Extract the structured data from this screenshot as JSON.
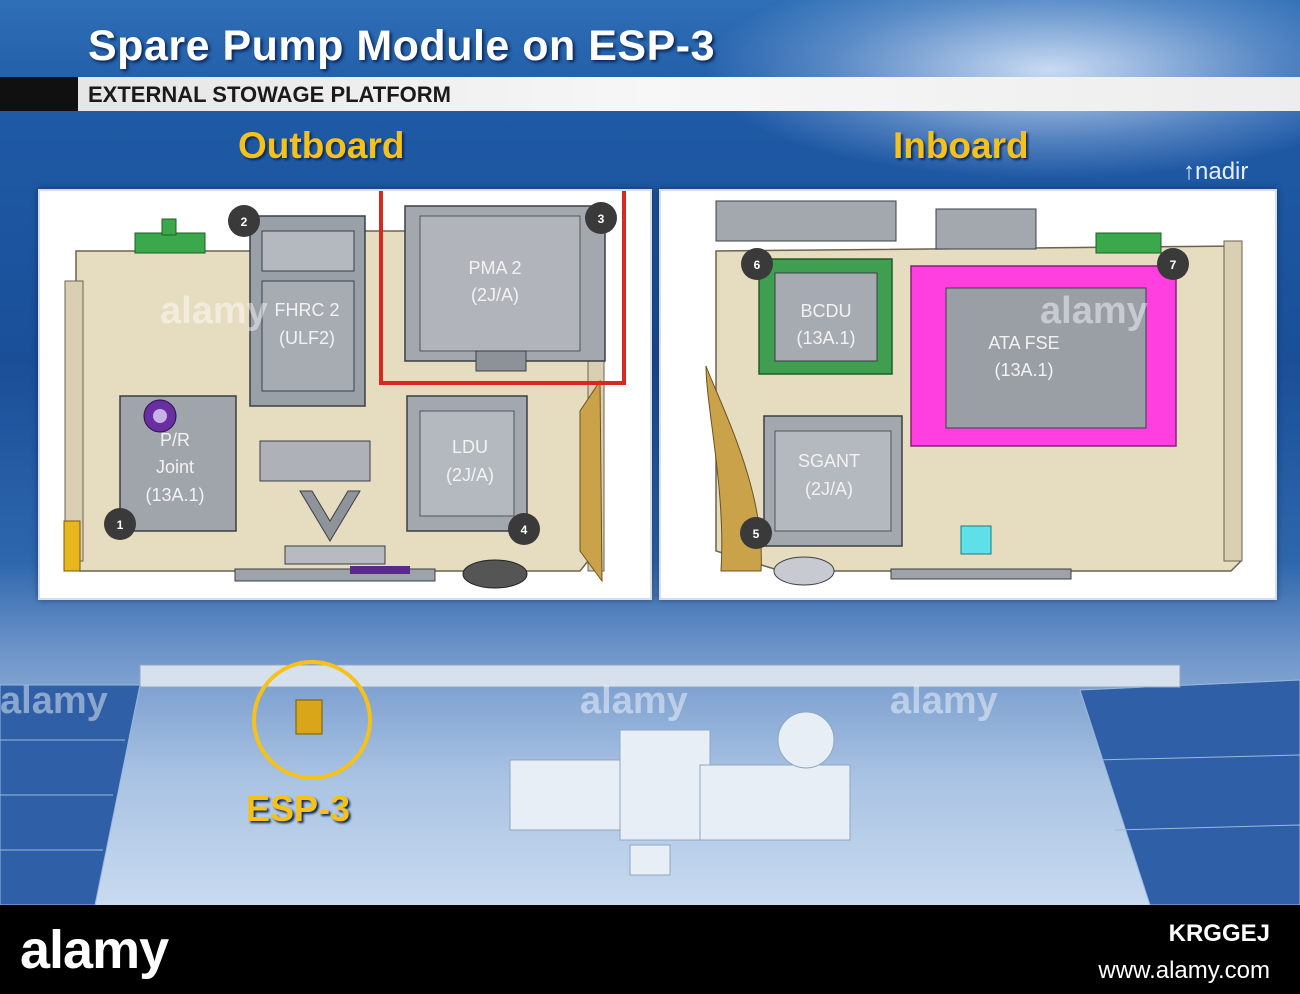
{
  "slide": {
    "title": "Spare Pump Module on ESP-3",
    "subtitle": "EXTERNAL STOWAGE PLATFORM",
    "nadir_label": "nadir"
  },
  "outboard": {
    "heading": "Outboard",
    "components": {
      "fhrc": [
        "FHRC 2",
        "(ULF2)"
      ],
      "pma": [
        "PMA 2",
        "(2J/A)"
      ],
      "pr_joint": [
        "P/R",
        "Joint",
        "(13A.1)"
      ],
      "ldu": [
        "LDU",
        "(2J/A)"
      ]
    },
    "markers": [
      "1",
      "2",
      "3",
      "4"
    ]
  },
  "inboard": {
    "heading": "Inboard",
    "components": {
      "bcdu": [
        "BCDU",
        "(13A.1)"
      ],
      "ata": [
        "ATA FSE",
        "(13A.1)"
      ],
      "sgant": [
        "SGANT",
        "(2J/A)"
      ]
    },
    "markers": [
      "5",
      "6",
      "7"
    ]
  },
  "esp_label": "ESP-3",
  "watermark": "alamy",
  "footer": {
    "logo": "alamy",
    "image_id": "KRGGEJ",
    "site": "www.alamy.com"
  },
  "colors": {
    "heading": "#f6c21a",
    "platform": "#e6dcc0",
    "highlight_box": "#d42a1f",
    "magenta": "#ff3fe0"
  }
}
